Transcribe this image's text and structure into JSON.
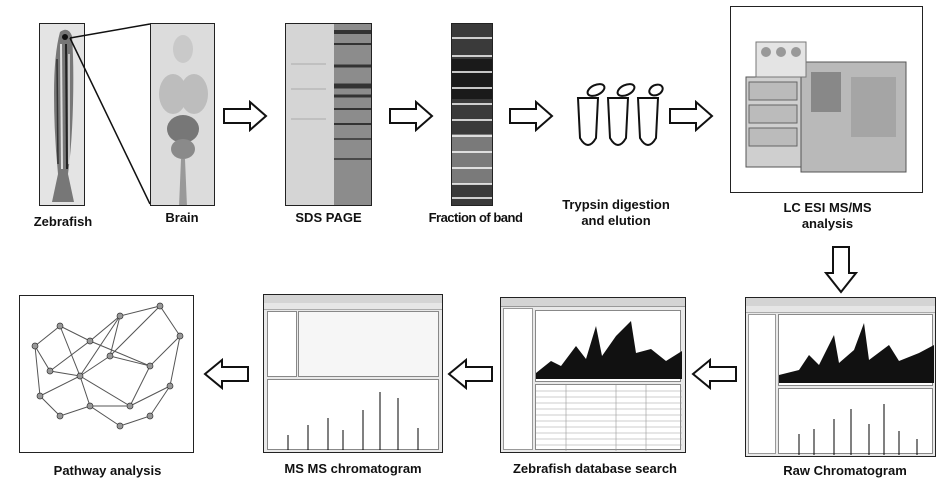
{
  "steps": {
    "zebrafish": "Zebrafish",
    "brain": "Brain",
    "sds_page": "SDS PAGE",
    "fraction": "Fraction of band",
    "trypsin_line1": "Trypsin digestion",
    "trypsin_line2": "and elution",
    "lcms_line1": "LC ESI MS/MS",
    "lcms_line2": "analysis",
    "raw": "Raw Chromatogram",
    "db_search": "Zebrafish database search",
    "msms": "MS MS chromatogram",
    "pathway": "Pathway analysis"
  }
}
